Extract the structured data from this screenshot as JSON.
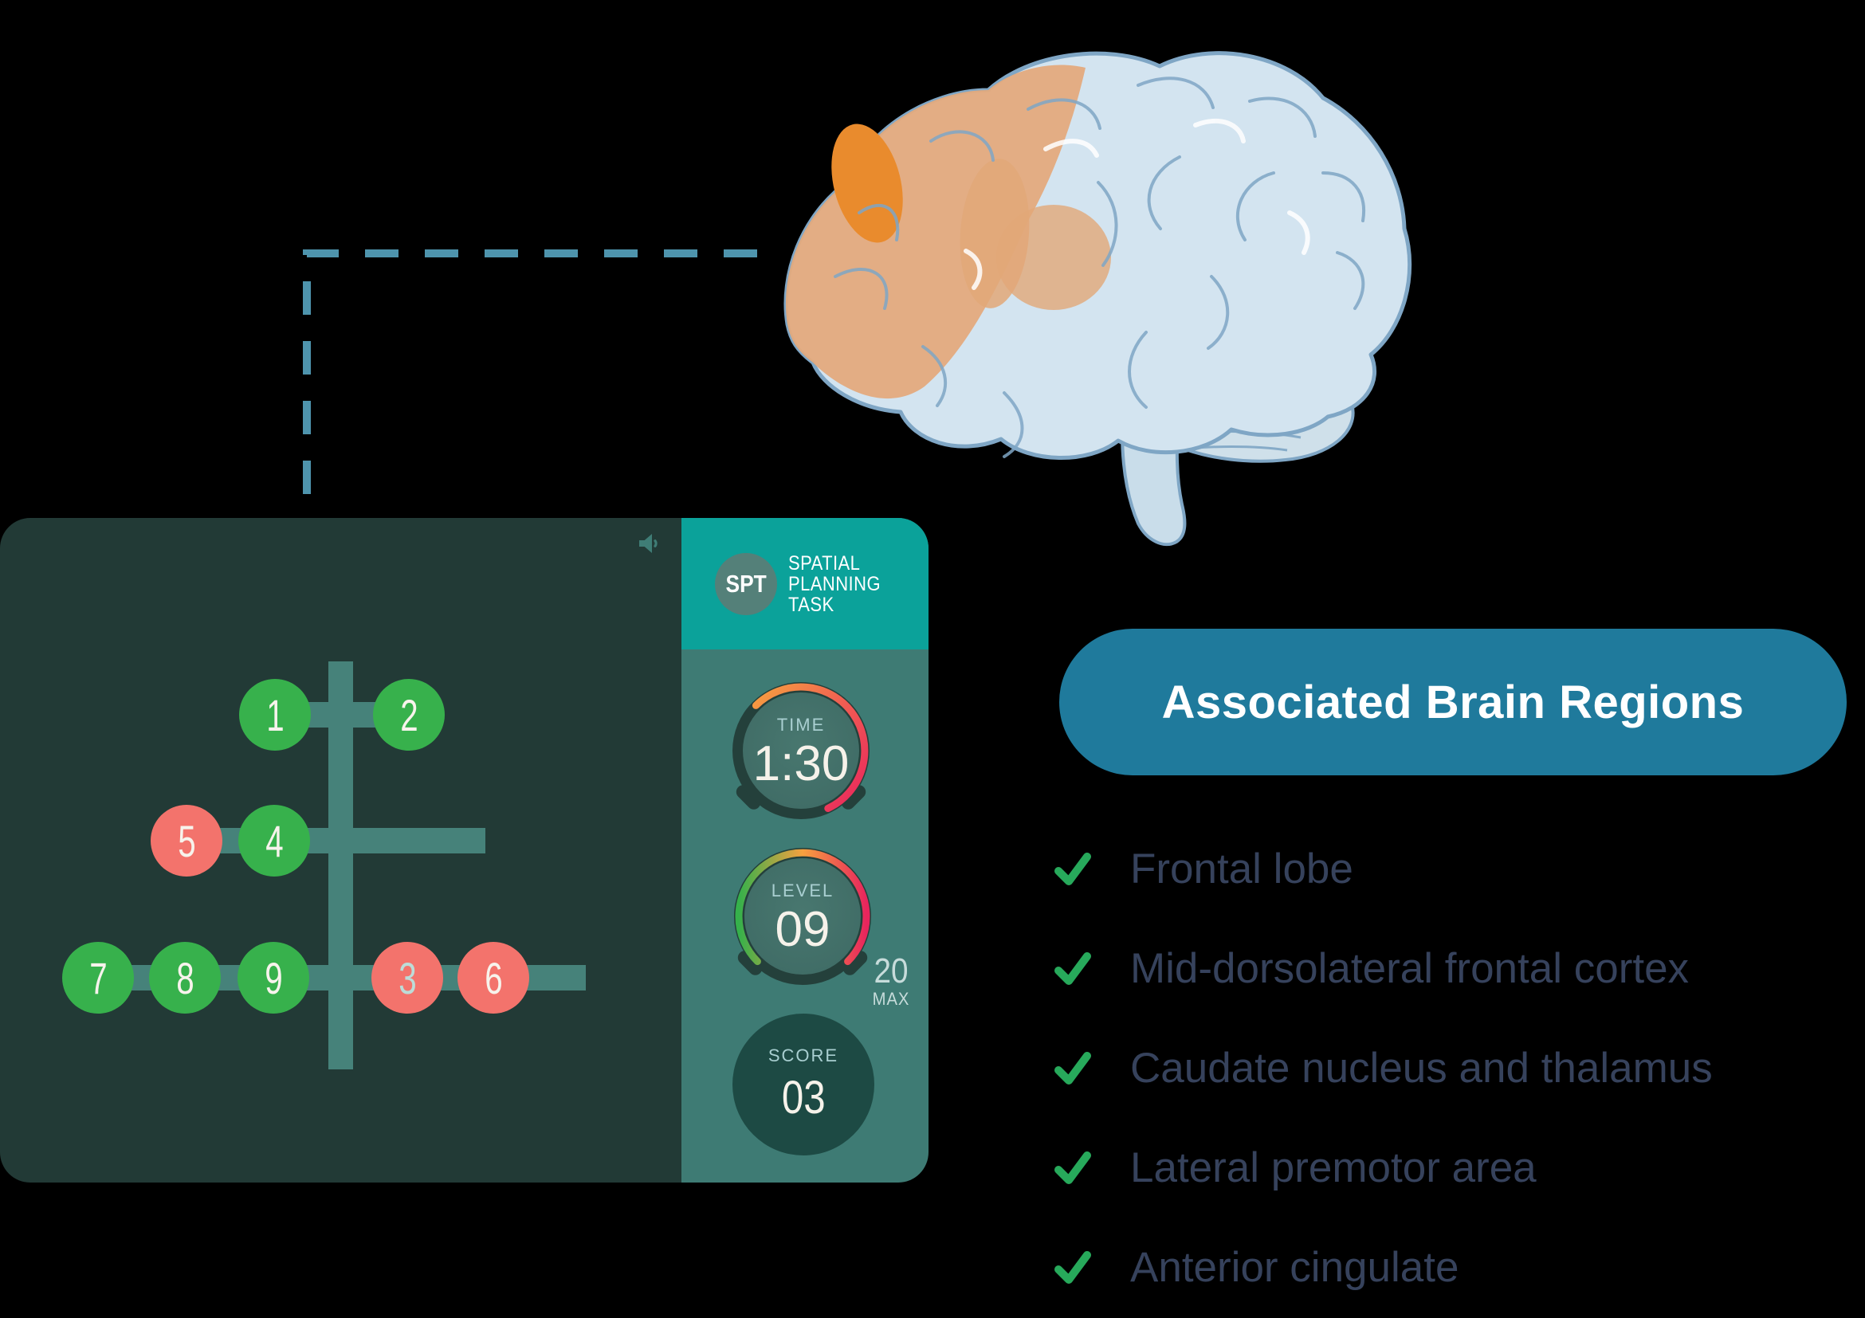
{
  "colors": {
    "page_bg": "#000000",
    "board_bg": "#223A36",
    "track": "#46827A",
    "peg_green": "#37B14C",
    "peg_red": "#F3736C",
    "digit": "#F7F3EC",
    "digit_alt": "#BCDCD8",
    "sidebar_bg": "#3E7B74",
    "header_bg": "#0BA29A",
    "badge_bg": "#548079",
    "gauge_rim": "#24403B",
    "score_bg": "#1D4A44",
    "label_text": "#A9CFD1",
    "value_text": "#F6F2EA",
    "max_text": "#C7DCDB",
    "arc_green": "#35B14B",
    "arc_orange": "#F6A13F",
    "arc_red": "#E8255D",
    "pill_bg": "#1F7A9C",
    "pill_text": "#FFFFFF",
    "item_text": "#36425C",
    "check": "#27A95B",
    "dash": "#4E94AD",
    "speaker": "#3F7D76",
    "brain_body": "#D3E4F0",
    "brain_line": "#7FA6C5",
    "brain_tan": "#E4AA7D",
    "brain_orange": "#E98B2D"
  },
  "game": {
    "circles": [
      {
        "value": "1",
        "state": "green"
      },
      {
        "value": "2",
        "state": "green"
      },
      {
        "value": "5",
        "state": "red"
      },
      {
        "value": "4",
        "state": "green"
      },
      {
        "value": "7",
        "state": "green"
      },
      {
        "value": "8",
        "state": "green"
      },
      {
        "value": "9",
        "state": "green"
      },
      {
        "value": "3",
        "state": "red",
        "digit": "alt"
      },
      {
        "value": "6",
        "state": "red"
      }
    ],
    "logo": {
      "abbr": "SPT",
      "line1": "SPATIAL",
      "line2": "PLANNING",
      "line3": "TASK"
    },
    "time": {
      "label": "TIME",
      "value": "1:30"
    },
    "level": {
      "label": "LEVEL",
      "value": "09",
      "max_value": "20",
      "max_label": "MAX"
    },
    "score": {
      "label": "SCORE",
      "value": "03"
    }
  },
  "regions": {
    "title": "Associated Brain Regions",
    "items": [
      "Frontal lobe",
      "Mid-dorsolateral frontal cortex",
      "Caudate nucleus and thalamus",
      "Lateral premotor area",
      "Anterior cingulate"
    ]
  }
}
